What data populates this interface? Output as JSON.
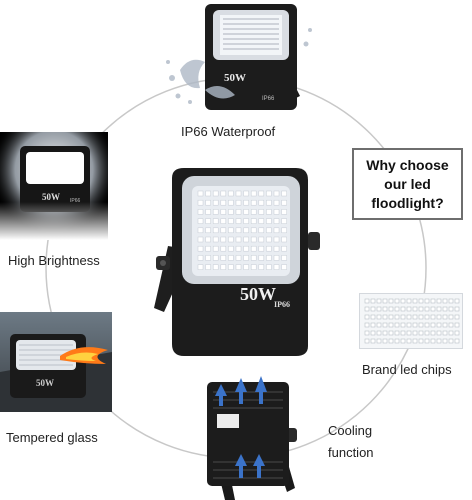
{
  "features": {
    "waterproof": {
      "label": "IP66 Waterproof",
      "icon": "water-splash-icon"
    },
    "brightness": {
      "label": "High Brightness"
    },
    "led_chips": {
      "label": "Brand led chips"
    },
    "glass": {
      "label": "Tempered glass"
    },
    "cooling": {
      "label_line1": "Cooling",
      "label_line2": "function",
      "icon": "airflow-arrow-icon"
    }
  },
  "callout": {
    "line1": "Why choose",
    "line2": "our led",
    "line3": "floodlight?"
  },
  "product": {
    "wattage": "50W",
    "rating": "IP66"
  },
  "colors": {
    "housing": "#1c1c1c",
    "led_panel": "#eef2f7",
    "circle": "#c8c8c8",
    "callout_border": "#6e6e6e",
    "airflow": "#3b73c9",
    "flame": "#ff7a18"
  }
}
